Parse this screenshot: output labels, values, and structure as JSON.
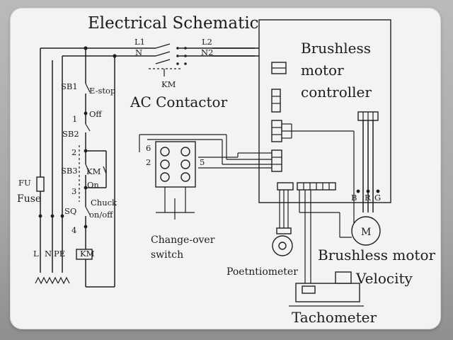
{
  "title": "Electrical Schematic",
  "labels": {
    "L1": "L1",
    "N": "N",
    "L2": "L2",
    "N2": "N2",
    "KM_top": "KM",
    "ac_contactor": "AC Contactor",
    "controller_line1": "Brushless",
    "controller_line2": "motor",
    "controller_line3": "controller",
    "SB1": "SB1",
    "estop": "E-stop",
    "one": "1",
    "off": "Off",
    "SB2": "SB2",
    "two": "2",
    "SB3": "SB3",
    "KM_mid": "KM",
    "on": "On",
    "three": "3",
    "chuck": "Chuck",
    "onoff": "on/off",
    "SQ": "SQ",
    "four": "4",
    "KM_coil": "KM",
    "FU": "FU",
    "fuse": "Fuse",
    "L": "L",
    "N_bottom": "N",
    "PE": "PE",
    "six": "6",
    "sw_two": "2",
    "five": "5",
    "changeover_line1": "Change-over",
    "changeover_line2": "switch",
    "B": "B",
    "R": "R",
    "G": "G",
    "M": "M",
    "potentiometer": "Poetntiometer",
    "motor": "Brushless motor",
    "velocity": "Velocity",
    "tachometer": "Tachometer"
  }
}
